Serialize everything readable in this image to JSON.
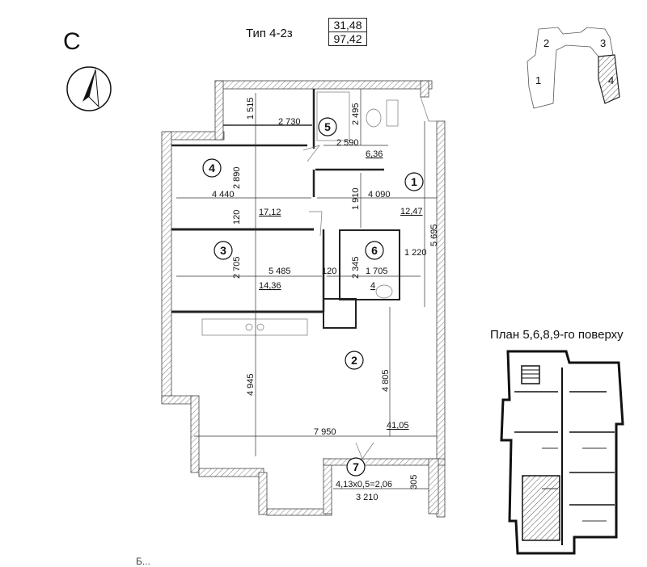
{
  "header": {
    "compass_letter": "С",
    "type_label": "Тип 4-2з",
    "area_living": "31,48",
    "area_total": "97,42"
  },
  "key_plan_sections": [
    "1",
    "2",
    "3",
    "4"
  ],
  "floor_plan_title": "План 5,6,8,9-го поверху",
  "rooms": [
    {
      "number": "1",
      "area": "12,47"
    },
    {
      "number": "2",
      "area": "41,05"
    },
    {
      "number": "3",
      "area": "14,36"
    },
    {
      "number": "4",
      "area": "17,12"
    },
    {
      "number": "5",
      "area": "6,36"
    },
    {
      "number": "6",
      "area": "4"
    },
    {
      "number": "7",
      "area": "4,13x0,5=2,06"
    }
  ],
  "dimensions": {
    "d1515": "1 515",
    "d2730": "2 730",
    "d2495": "2 495",
    "d2590": "2 590",
    "d2890": "2 890",
    "d4440": "4 440",
    "d1910": "1 910",
    "d4090": "4 090",
    "d5695": "5 695",
    "d120a": "120",
    "d1220": "1 220",
    "d2705": "2 705",
    "d5485": "5 485",
    "d120b": "120",
    "d2345": "2 345",
    "d1705": "1 705",
    "d4945": "4 945",
    "d4805": "4 805",
    "d7950": "7 950",
    "d3210": "3 210",
    "d305": "305"
  },
  "footer_text": "Б..."
}
